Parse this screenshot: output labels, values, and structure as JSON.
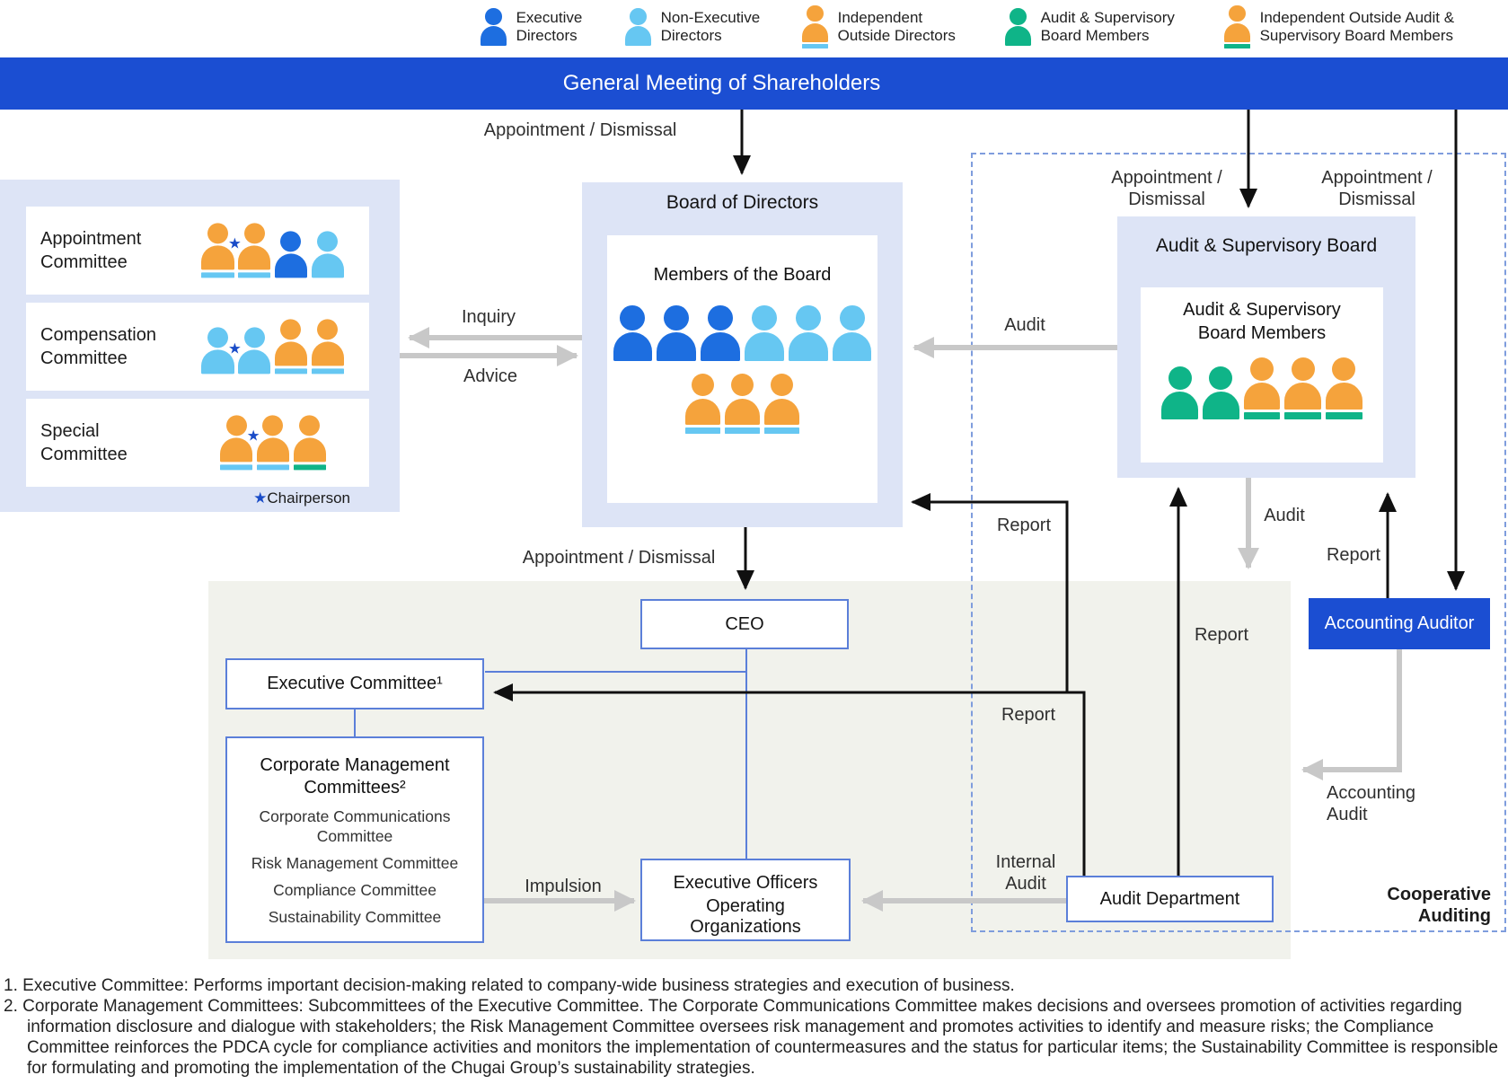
{
  "colors": {
    "blue": "#1d6ee0",
    "lightblue": "#66c7f2",
    "orange": "#f5a33c",
    "green": "#0fb488",
    "banner_blue": "#1b4ed2",
    "accent_border": "#5b7fd9",
    "star_blue": "#1a4cc8",
    "gray_arrow": "#c8c8c8",
    "black_arrow": "#101010"
  },
  "legend": {
    "items": [
      {
        "line1": "Executive",
        "line2": "Directors",
        "icons": [
          {
            "c": "blue"
          }
        ]
      },
      {
        "line1": "Non-Executive",
        "line2": "Directors",
        "icons": [
          {
            "c": "lightblue"
          }
        ]
      },
      {
        "line1": "Independent",
        "line2": "Outside Directors",
        "icons": [
          {
            "c": "orange",
            "s": "lightblue"
          }
        ]
      },
      {
        "line1": "Audit & Supervisory",
        "line2": "Board Members",
        "icons": [
          {
            "c": "green"
          }
        ]
      },
      {
        "line1": "Independent Outside Audit &",
        "line2": "Supervisory Board Members",
        "icons": [
          {
            "c": "orange",
            "s": "green"
          }
        ]
      }
    ]
  },
  "banner": {
    "title": "General Meeting of Shareholders"
  },
  "committees_panel": {
    "cards": [
      {
        "line1": "Appointment",
        "line2": "Committee",
        "icons": [
          {
            "c": "orange",
            "s": "lightblue",
            "star": true
          },
          {
            "c": "orange",
            "s": "lightblue"
          },
          {
            "c": "blue"
          },
          {
            "c": "lightblue"
          }
        ]
      },
      {
        "line1": "Compensation",
        "line2": "Committee",
        "icons": [
          {
            "c": "lightblue",
            "star": true
          },
          {
            "c": "lightblue"
          },
          {
            "c": "orange",
            "s": "lightblue"
          },
          {
            "c": "orange",
            "s": "lightblue"
          }
        ]
      },
      {
        "line1": "Special",
        "line2": "Committee",
        "icons": [
          {
            "c": "orange",
            "s": "lightblue",
            "star": true
          },
          {
            "c": "orange",
            "s": "lightblue"
          },
          {
            "c": "orange",
            "s": "green"
          }
        ]
      }
    ],
    "chairperson_star": "★",
    "chairperson_note": "Chairperson"
  },
  "board": {
    "title": "Board of Directors",
    "subtitle": "Members of the Board",
    "row1": [
      {
        "c": "blue"
      },
      {
        "c": "blue"
      },
      {
        "c": "blue"
      },
      {
        "c": "lightblue"
      },
      {
        "c": "lightblue"
      },
      {
        "c": "lightblue"
      }
    ],
    "row2": [
      {
        "c": "orange",
        "s": "lightblue"
      },
      {
        "c": "orange",
        "s": "lightblue"
      },
      {
        "c": "orange",
        "s": "lightblue"
      }
    ]
  },
  "asb": {
    "title": "Audit & Supervisory Board",
    "inner_title_line1": "Audit & Supervisory",
    "inner_title_line2": "Board Members",
    "icons": [
      {
        "c": "green"
      },
      {
        "c": "green"
      },
      {
        "c": "orange",
        "s": "green"
      },
      {
        "c": "orange",
        "s": "green"
      },
      {
        "c": "orange",
        "s": "green"
      }
    ]
  },
  "boxes": {
    "ceo": "CEO",
    "exec_committee": "Executive Committee¹",
    "cmc_title_line1": "Corporate Management",
    "cmc_title_line2": "Committees²",
    "cmc_items": [
      "Corporate Communications Committee",
      "Risk Management Committee",
      "Compliance Committee",
      "Sustainability Committee"
    ],
    "exec_officers_line1": "Executive Officers",
    "exec_officers_line2": "Operating Organizations",
    "audit_department": "Audit Department",
    "accounting_auditor": "Accounting Auditor"
  },
  "labels": {
    "appointment_dismissal": "Appointment / Dismissal",
    "appointment_line": "Appointment /",
    "dismissal_line": "Dismissal",
    "inquiry": "Inquiry",
    "advice": "Advice",
    "audit": "Audit",
    "report": "Report",
    "internal_line1": "Internal",
    "internal_line2": "Audit",
    "impulsion": "Impulsion",
    "accounting_line1": "Accounting",
    "accounting_line2": "Audit",
    "cooperative_line1": "Cooperative",
    "cooperative_line2": "Auditing"
  },
  "footnotes": [
    {
      "num": "1.",
      "text": "Executive Committee: Performs important decision-making related to company-wide business strategies and execution of business."
    },
    {
      "num": "2.",
      "text": "Corporate Management Committees: Subcommittees of the Executive Committee. The Corporate Communications Committee makes decisions and oversees promotion of activities regarding information disclosure and dialogue with stakeholders; the Risk Management Committee oversees risk management and promotes activities to identify and measure risks; the Compliance Committee reinforces the PDCA cycle for compliance activities and monitors the implementation of countermeasures and the status for particular items; the Sustainability Committee is responsible for formulating and promoting the implementation of the Chugai Group’s sustainability strategies."
    }
  ]
}
